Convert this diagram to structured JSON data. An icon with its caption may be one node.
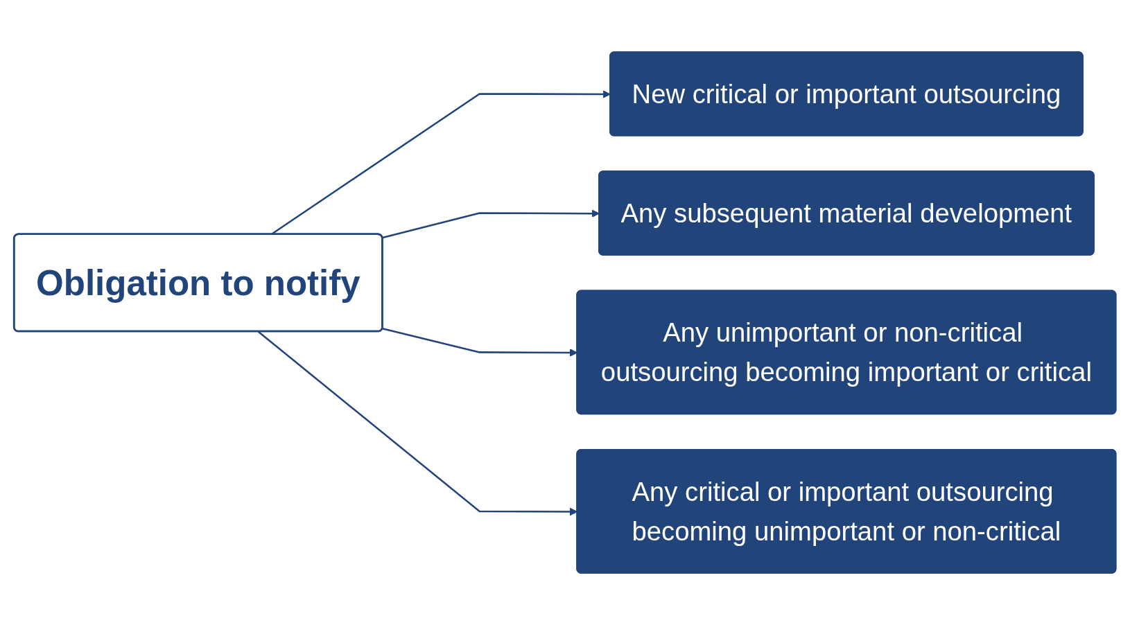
{
  "diagram": {
    "nodes": [
      {
        "text": [
          "Obligation to notify"
        ]
      },
      {
        "text": [
          "New critical or important outsourcing"
        ]
      },
      {
        "text": [
          "Any subsequent material development"
        ]
      },
      {
        "text": [
          "Any unimportant or non-critical outsourcing becoming important or critical"
        ]
      },
      {
        "text": [
          "Any critical or important outsourcing becoming unimportant or non-critical"
        ]
      }
    ],
    "edges": [
      {
        "from": 0,
        "to": 1,
        "arrow": "to"
      },
      {
        "from": 0,
        "to": 2,
        "arrow": "to"
      },
      {
        "from": 0,
        "to": 3,
        "arrow": "to"
      },
      {
        "from": 0,
        "to": 4,
        "arrow": "to"
      }
    ]
  }
}
